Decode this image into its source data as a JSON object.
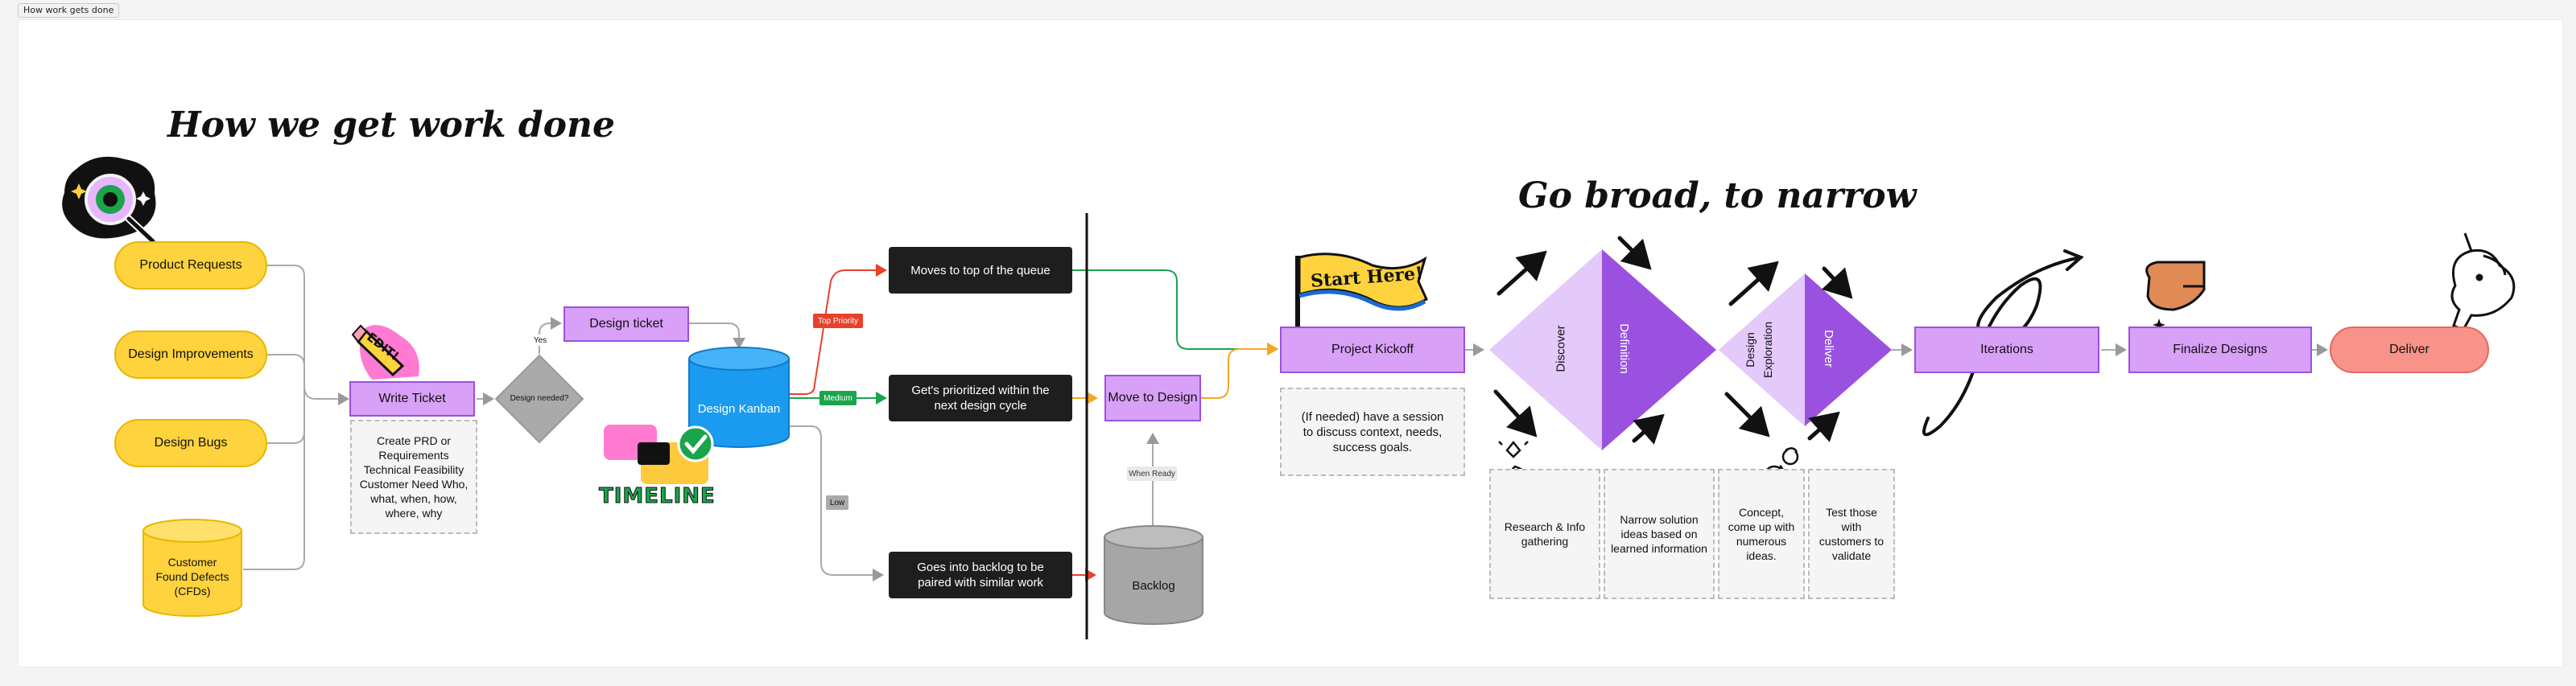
{
  "tab": {
    "label": "How work gets done"
  },
  "titles": {
    "main": "How we get work done",
    "secondary": "Go broad, to narrow"
  },
  "inputs": {
    "product_requests": "Product Requests",
    "design_improvements": "Design Improvements",
    "design_bugs": "Design Bugs",
    "customer_defects": "Customer Found Defects (CFDs)"
  },
  "write_ticket": {
    "label": "Write Ticket",
    "note": "Create PRD or Requirements Technical Feasibility Customer Need Who, what, when, how, where, why"
  },
  "decision": {
    "label": "Design needed?",
    "yes": "Yes"
  },
  "design_ticket": "Design ticket",
  "design_kanban": "Design Kanban",
  "priorities": {
    "top": "Top Priority",
    "medium": "Medium",
    "low": "Low"
  },
  "outcomes": {
    "top": "Moves to top of the queue",
    "medium": "Get's prioritized within the next design cycle",
    "low": "Goes into backlog to be paired with similar work"
  },
  "move_to_design": "Move to Design",
  "when_ready": "When Ready",
  "backlog": "Backlog",
  "project_kickoff": {
    "label": "Project Kickoff",
    "note": "(If needed) have a session to discuss context, needs, success goals."
  },
  "stickers": {
    "edit": "EDIT!",
    "timeline": "TIMELINE",
    "start_here": "Start Here!"
  },
  "diamonds": {
    "discover": "Discover",
    "definition": "Definition",
    "design_exploration": "Design Exploration",
    "deliver": "Deliver"
  },
  "phase_notes": {
    "research": "Research & Info gathering",
    "narrow": "Narrow solution ideas based on learned information",
    "concept": "Concept, come up with numerous ideas.",
    "test": "Test those with customers to validate"
  },
  "iterations": "Iterations",
  "finalize": "Finalize Designs",
  "deliver_final": "Deliver",
  "colors": {
    "yellow": "#ffd33d",
    "purple_fill": "#d9a0f7",
    "purple_dark": "#9b51e0",
    "purple_light": "#e4c9fb",
    "red_fill": "#f8938a",
    "dark_box": "#1e1e1e",
    "top_tag": "#e8412b",
    "medium_tag": "#1aa54b",
    "low_tag": "#aaaaaa",
    "kanban_blue": "#1a9bf0"
  },
  "icons": [
    "magnifier-eye-sticker-icon",
    "edit-pencil-sticker-icon",
    "timeline-sticker-icon",
    "start-here-flag-icon",
    "scribble-arrow-icon",
    "head-bulb-icon",
    "shapes-head-icon",
    "hand-sparkle-icon",
    "unicorn-icon"
  ]
}
